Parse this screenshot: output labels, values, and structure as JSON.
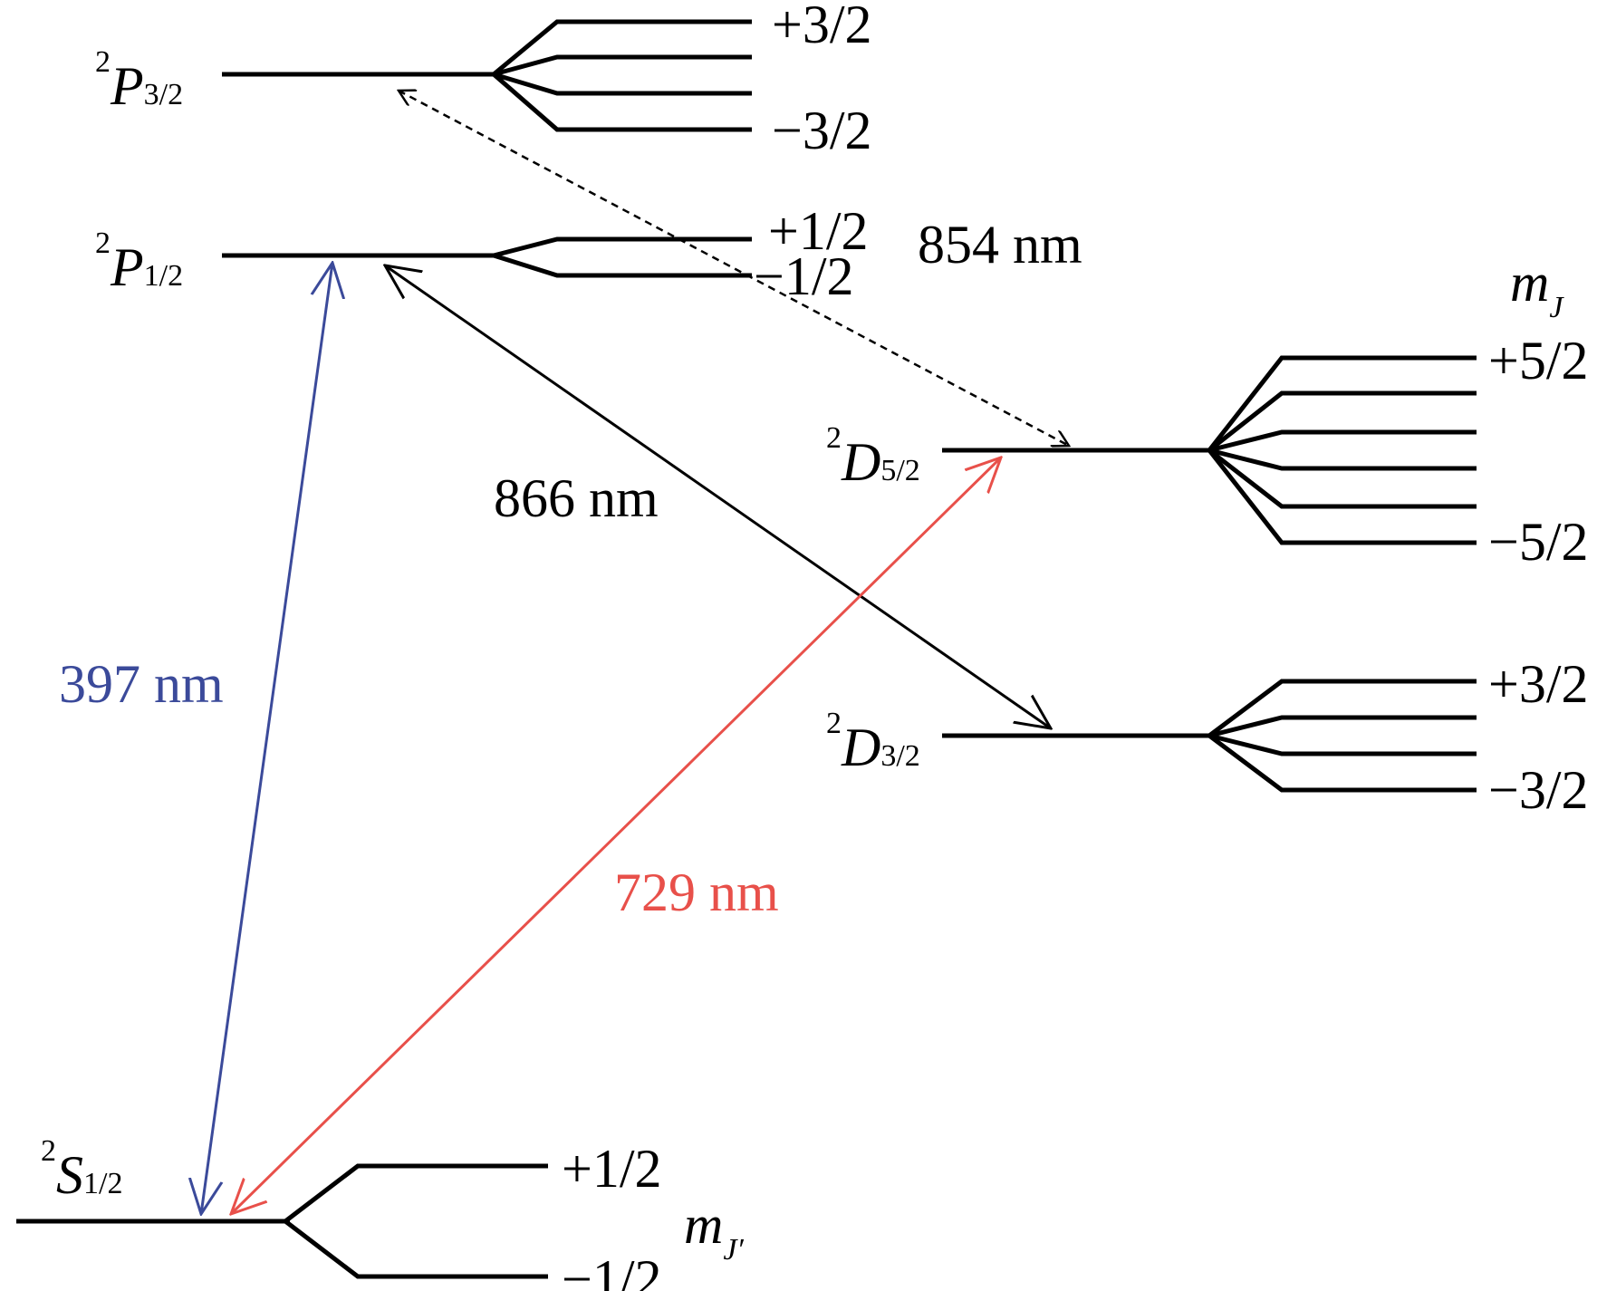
{
  "colors": {
    "level": "#000000",
    "transition_397": "#3b4a9a",
    "transition_729": "#e8504a",
    "transition_866": "#000000",
    "transition_854": "#000000"
  },
  "levels": {
    "p32": {
      "sup": "2",
      "letter": "P",
      "sub": "3/2",
      "mj_top": "+3/2",
      "mj_bottom": "−3/2"
    },
    "p12": {
      "sup": "2",
      "letter": "P",
      "sub": "1/2",
      "mj_top": "+1/2",
      "mj_bottom": "−1/2"
    },
    "d52": {
      "sup": "2",
      "letter": "D",
      "sub": "5/2",
      "mj_top": "+5/2",
      "mj_bottom": "−5/2"
    },
    "d32": {
      "sup": "2",
      "letter": "D",
      "sub": "3/2",
      "mj_top": "+3/2",
      "mj_bottom": "−3/2"
    },
    "s12": {
      "sup": "2",
      "letter": "S",
      "sub": "1/2",
      "mj_top": "+1/2",
      "mj_bottom": "−1/2"
    }
  },
  "mj_labels": {
    "upper": {
      "main": "m",
      "sub": "J"
    },
    "lower": {
      "main": "m",
      "sub": "J′"
    }
  },
  "transitions": {
    "t397": "397 nm",
    "t729": "729 nm",
    "t866": "866 nm",
    "t854": "854 nm"
  }
}
